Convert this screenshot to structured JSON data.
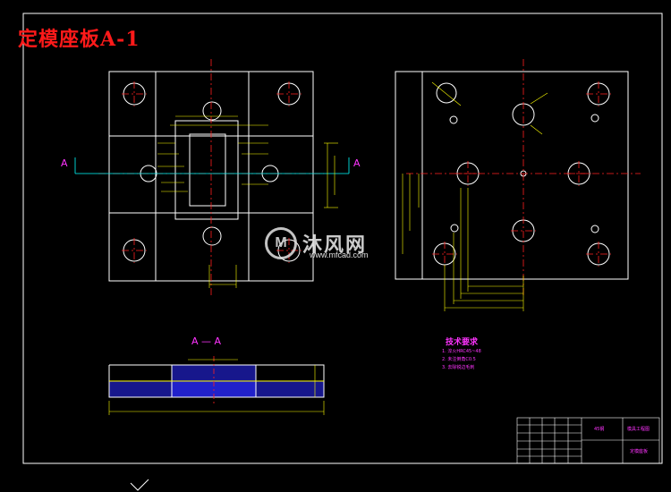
{
  "drawing": {
    "title": "定模座板A-1",
    "section_marker": "A",
    "section_title": "A — A",
    "technical_requirements": {
      "title": "技术要求",
      "items": [
        "1. 淬火HRC45~48",
        "2. 未注倒角C0.5",
        "3. 去除锐边毛刺"
      ]
    },
    "title_block": {
      "material": "45钢",
      "company": "模具工程图",
      "part_name": "定模座板"
    }
  },
  "watermark": {
    "text": "沐风网",
    "url": "www.mfcad.com"
  },
  "colors": {
    "background": "#000000",
    "outline": "#ffffff",
    "centerline": "#ff2020",
    "dimension": "#ffff00",
    "annotation": "#ff33ff",
    "section_line": "#00ffff",
    "hatch": "#3333ff"
  }
}
